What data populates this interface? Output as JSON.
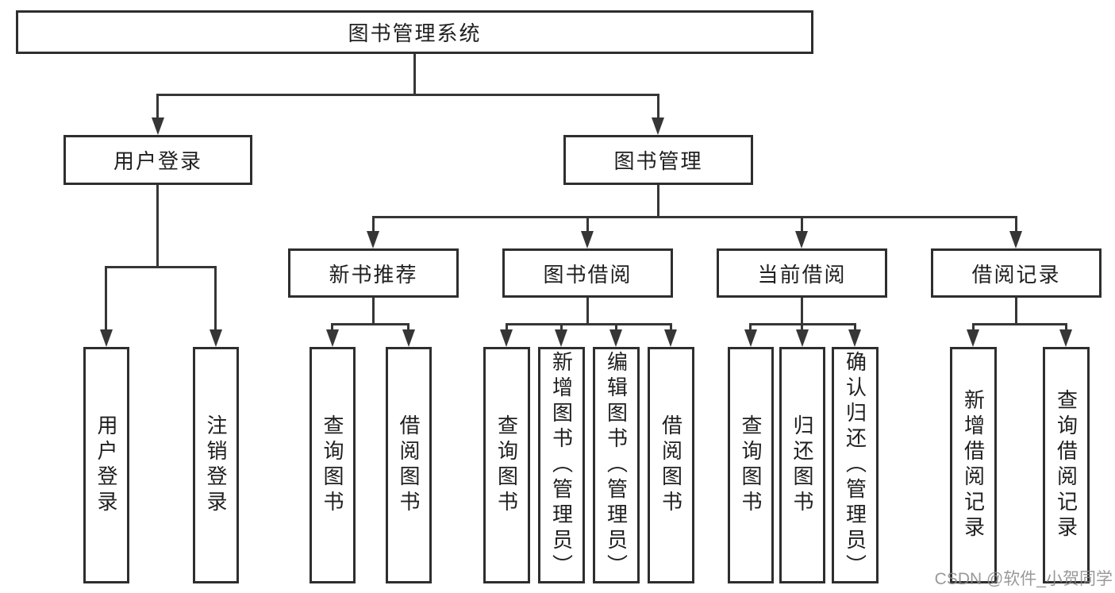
{
  "tree": {
    "label": "图书管理系统",
    "children": [
      {
        "label": "用户登录",
        "children": [
          {
            "label": "用户登录"
          },
          {
            "label": "注销登录"
          }
        ]
      },
      {
        "label": "图书管理",
        "children": [
          {
            "label": "新书推荐",
            "children": [
              {
                "label": "查询图书"
              },
              {
                "label": "借阅图书"
              }
            ]
          },
          {
            "label": "图书借阅",
            "children": [
              {
                "label": "查询图书"
              },
              {
                "label": "新增图书（管理员）"
              },
              {
                "label": "编辑图书（管理员）"
              },
              {
                "label": "借阅图书"
              }
            ]
          },
          {
            "label": "当前借阅",
            "children": [
              {
                "label": "查询图书"
              },
              {
                "label": "归还图书"
              },
              {
                "label": "确认归还（管理员）"
              }
            ]
          },
          {
            "label": "借阅记录",
            "children": [
              {
                "label": "新增借阅记录"
              },
              {
                "label": "查询借阅记录"
              }
            ]
          }
        ]
      }
    ]
  },
  "watermark": "CSDN @软件_小贺同学",
  "colors": {
    "line": "#363636",
    "border": "#2e2e2e",
    "text": "#1f1f1f",
    "watermark": "#878787",
    "background": "#ffffff"
  }
}
